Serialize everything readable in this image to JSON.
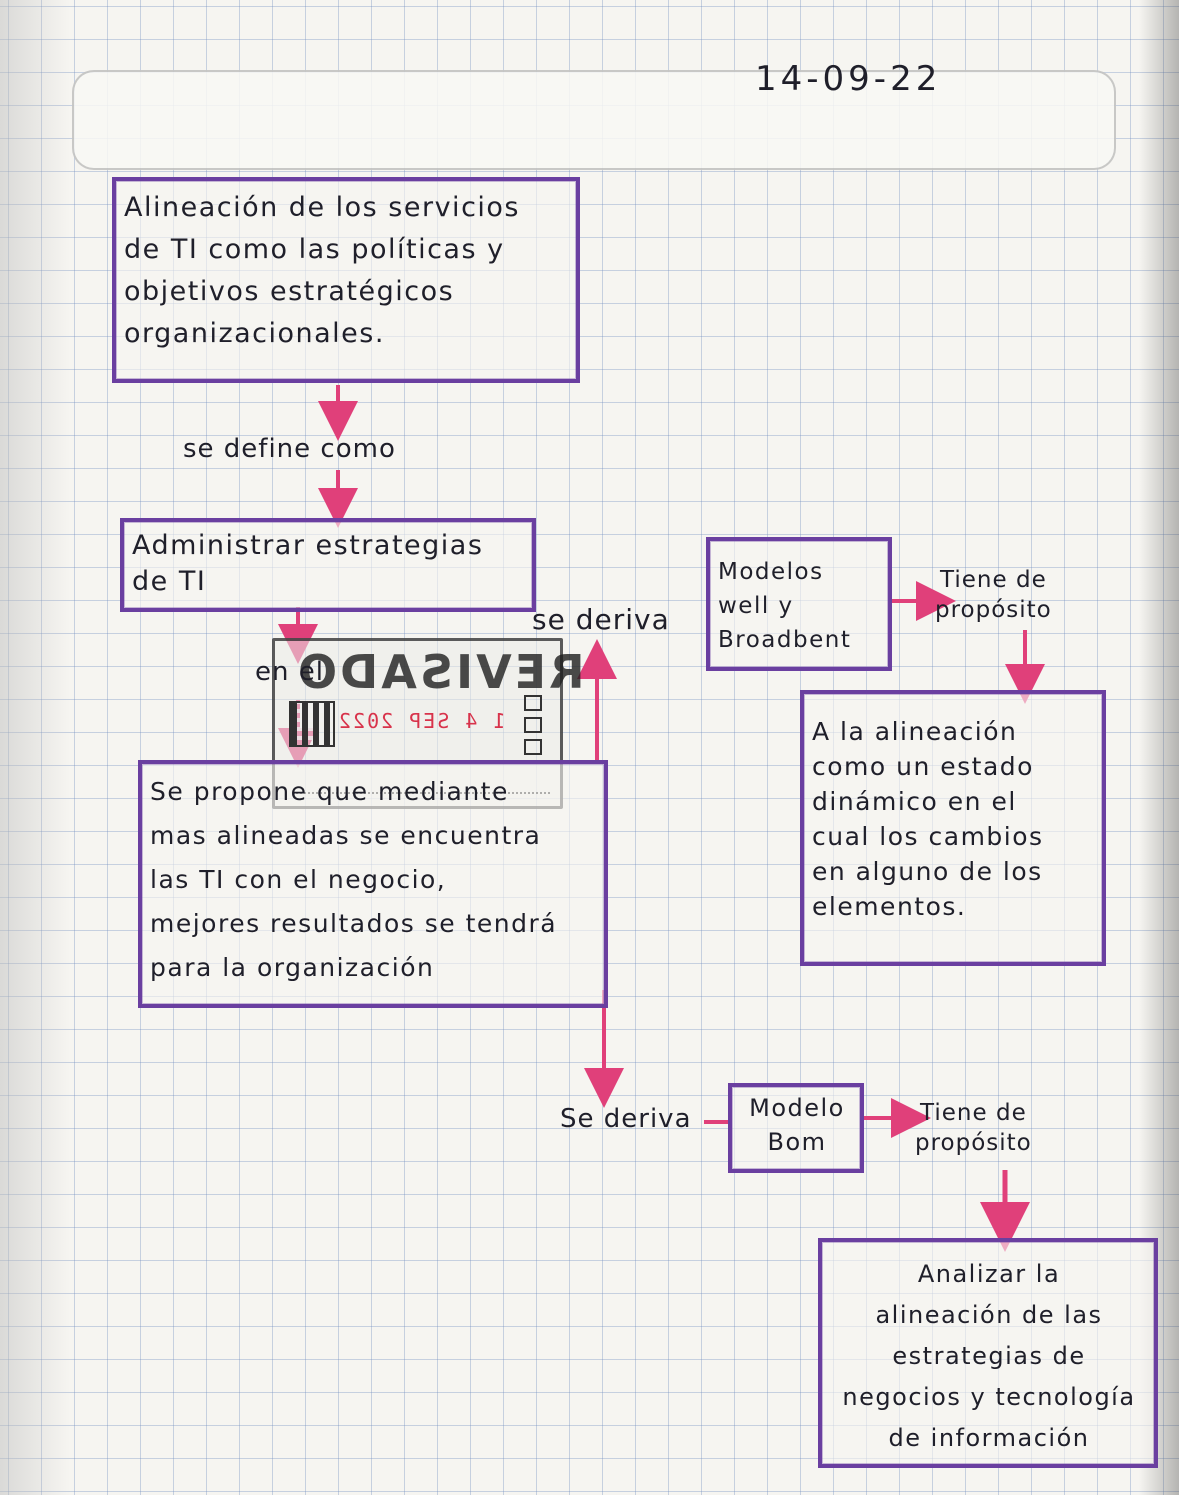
{
  "header": {
    "date": "14-09-22"
  },
  "nodes": {
    "alineacion": "Alineación de los servicios\nde TI como las políticas y\nobjetivos estratégicos\norganizacionales.",
    "administrar": "Administrar estrategias\nde TI",
    "propone": "Se propone que mediante\nmas alineadas se encuentra\nlas TI con el negocio,\nmejores resultados se tendrá\npara la organización",
    "modelos_well": "Modelos\nwell y\nBroadbent",
    "alineacion_estado": "A la alineación\ncomo un estado\ndinámico en el\ncual los cambios\nen alguno de los\nelementos.",
    "modelo_bom": "Modelo\nBom",
    "analizar": "Analizar la\nalineación de las\nestrategias de\nnegocios y tecnología\nde información"
  },
  "edge_labels": {
    "se_define": "se define como",
    "en_el": "en el",
    "se_deriva_top": "se deriva",
    "se_deriva_bottom": "Se deriva",
    "tiene_proposito_top": "Tiene de\npropósito",
    "tiene_proposito_bottom": "Tiene de\npropósito"
  },
  "stamp": {
    "word": "REVISADO",
    "date": "1 4 SEP 2022"
  },
  "colors": {
    "box_border": "#6a3fa0",
    "arrow": "#e0407a",
    "ink": "#1f1f2a",
    "stamp_date": "#d8334b"
  }
}
